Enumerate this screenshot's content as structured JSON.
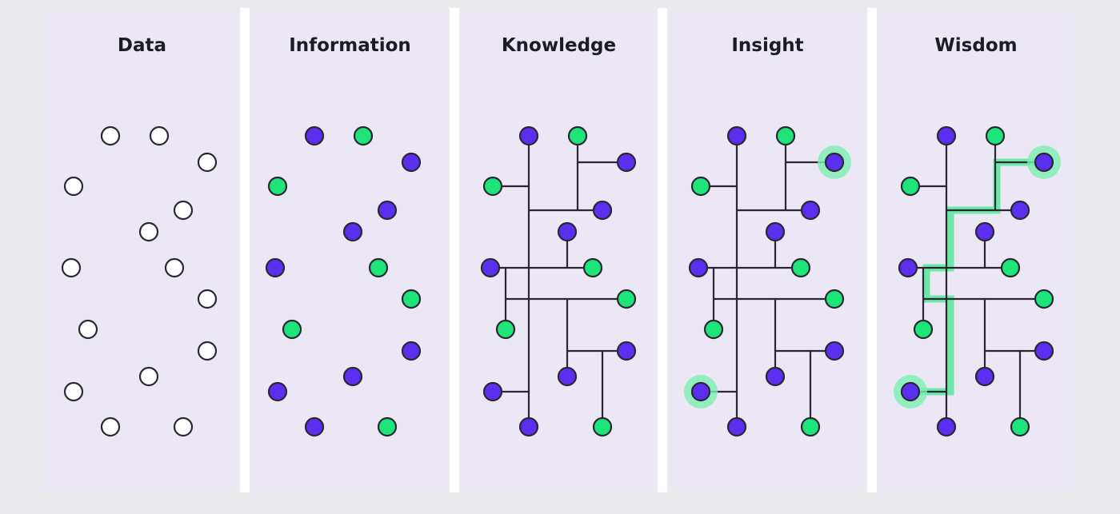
{
  "colors": {
    "background": "#ebebed",
    "panel": "#ebe7f4",
    "node_purple": "#5a2ff0",
    "node_green": "#1ee57a",
    "node_empty": "#ffffff",
    "outline": "#2b2733",
    "highlight": "#7cf0b2",
    "path_glow": "#44e890"
  },
  "stages": [
    {
      "id": "data",
      "title": "Data",
      "filled": false,
      "links": false,
      "insight": false,
      "path": false
    },
    {
      "id": "information",
      "title": "Information",
      "filled": true,
      "links": false,
      "insight": false,
      "path": false
    },
    {
      "id": "knowledge",
      "title": "Knowledge",
      "filled": true,
      "links": true,
      "insight": false,
      "path": false
    },
    {
      "id": "insight",
      "title": "Insight",
      "filled": true,
      "links": true,
      "insight": true,
      "path": false
    },
    {
      "id": "wisdom",
      "title": "Wisdom",
      "filled": true,
      "links": true,
      "insight": true,
      "path": true
    }
  ]
}
